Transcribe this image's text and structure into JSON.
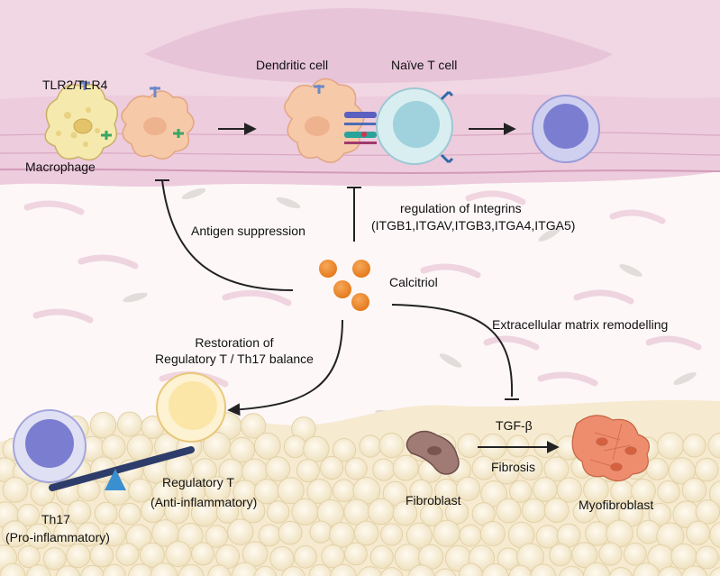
{
  "labels": {
    "tlr": "TLR2/TLR4",
    "macrophage": "Macrophage",
    "dendritic_cell": "Dendritic cell",
    "naive_t_cell": "Naïve T cell",
    "integrins_line1": "regulation of Integrins",
    "integrins_line2": "(ITGB1,ITGAV,ITGB3,ITGA4,ITGA5)",
    "antigen_suppression": "Antigen suppression",
    "calcitriol": "Calcitriol",
    "ecm_remodelling": "Extracellular matrix remodelling",
    "restoration_line1": "Restoration of",
    "restoration_line2": "Regulatory T / Th17 balance",
    "tgf_beta": "TGF-β",
    "fibrosis": "Fibrosis",
    "fibroblast": "Fibroblast",
    "myofibroblast": "Myofibroblast",
    "regulatory_t": "Regulatory T",
    "anti_inflammatory": "(Anti-inflammatory)",
    "th17": "Th17",
    "pro_inflammatory": "(Pro-inflammatory)"
  },
  "colors": {
    "background": "#fdf7f8",
    "epidermis": "#e7c4d8",
    "dermis_streaks": "#e6bfcf",
    "calcitriol": "#ef8a2b",
    "macrophage": "#f5e7a6",
    "dendritic_cell": "#f6c9a8",
    "naive_t_cell": "#bfe4ea",
    "th17_cell": "#b9bbe6",
    "regulatory_t_cell": "#fbe6a8",
    "fibroblast": "#a07a74",
    "myofibroblast": "#ee8d6e",
    "fat_cells": "#f8efd9",
    "seesaw_pivot": "#3a8fd0",
    "seesaw_bar": "#2d3c6a",
    "arrows": "#222222"
  }
}
